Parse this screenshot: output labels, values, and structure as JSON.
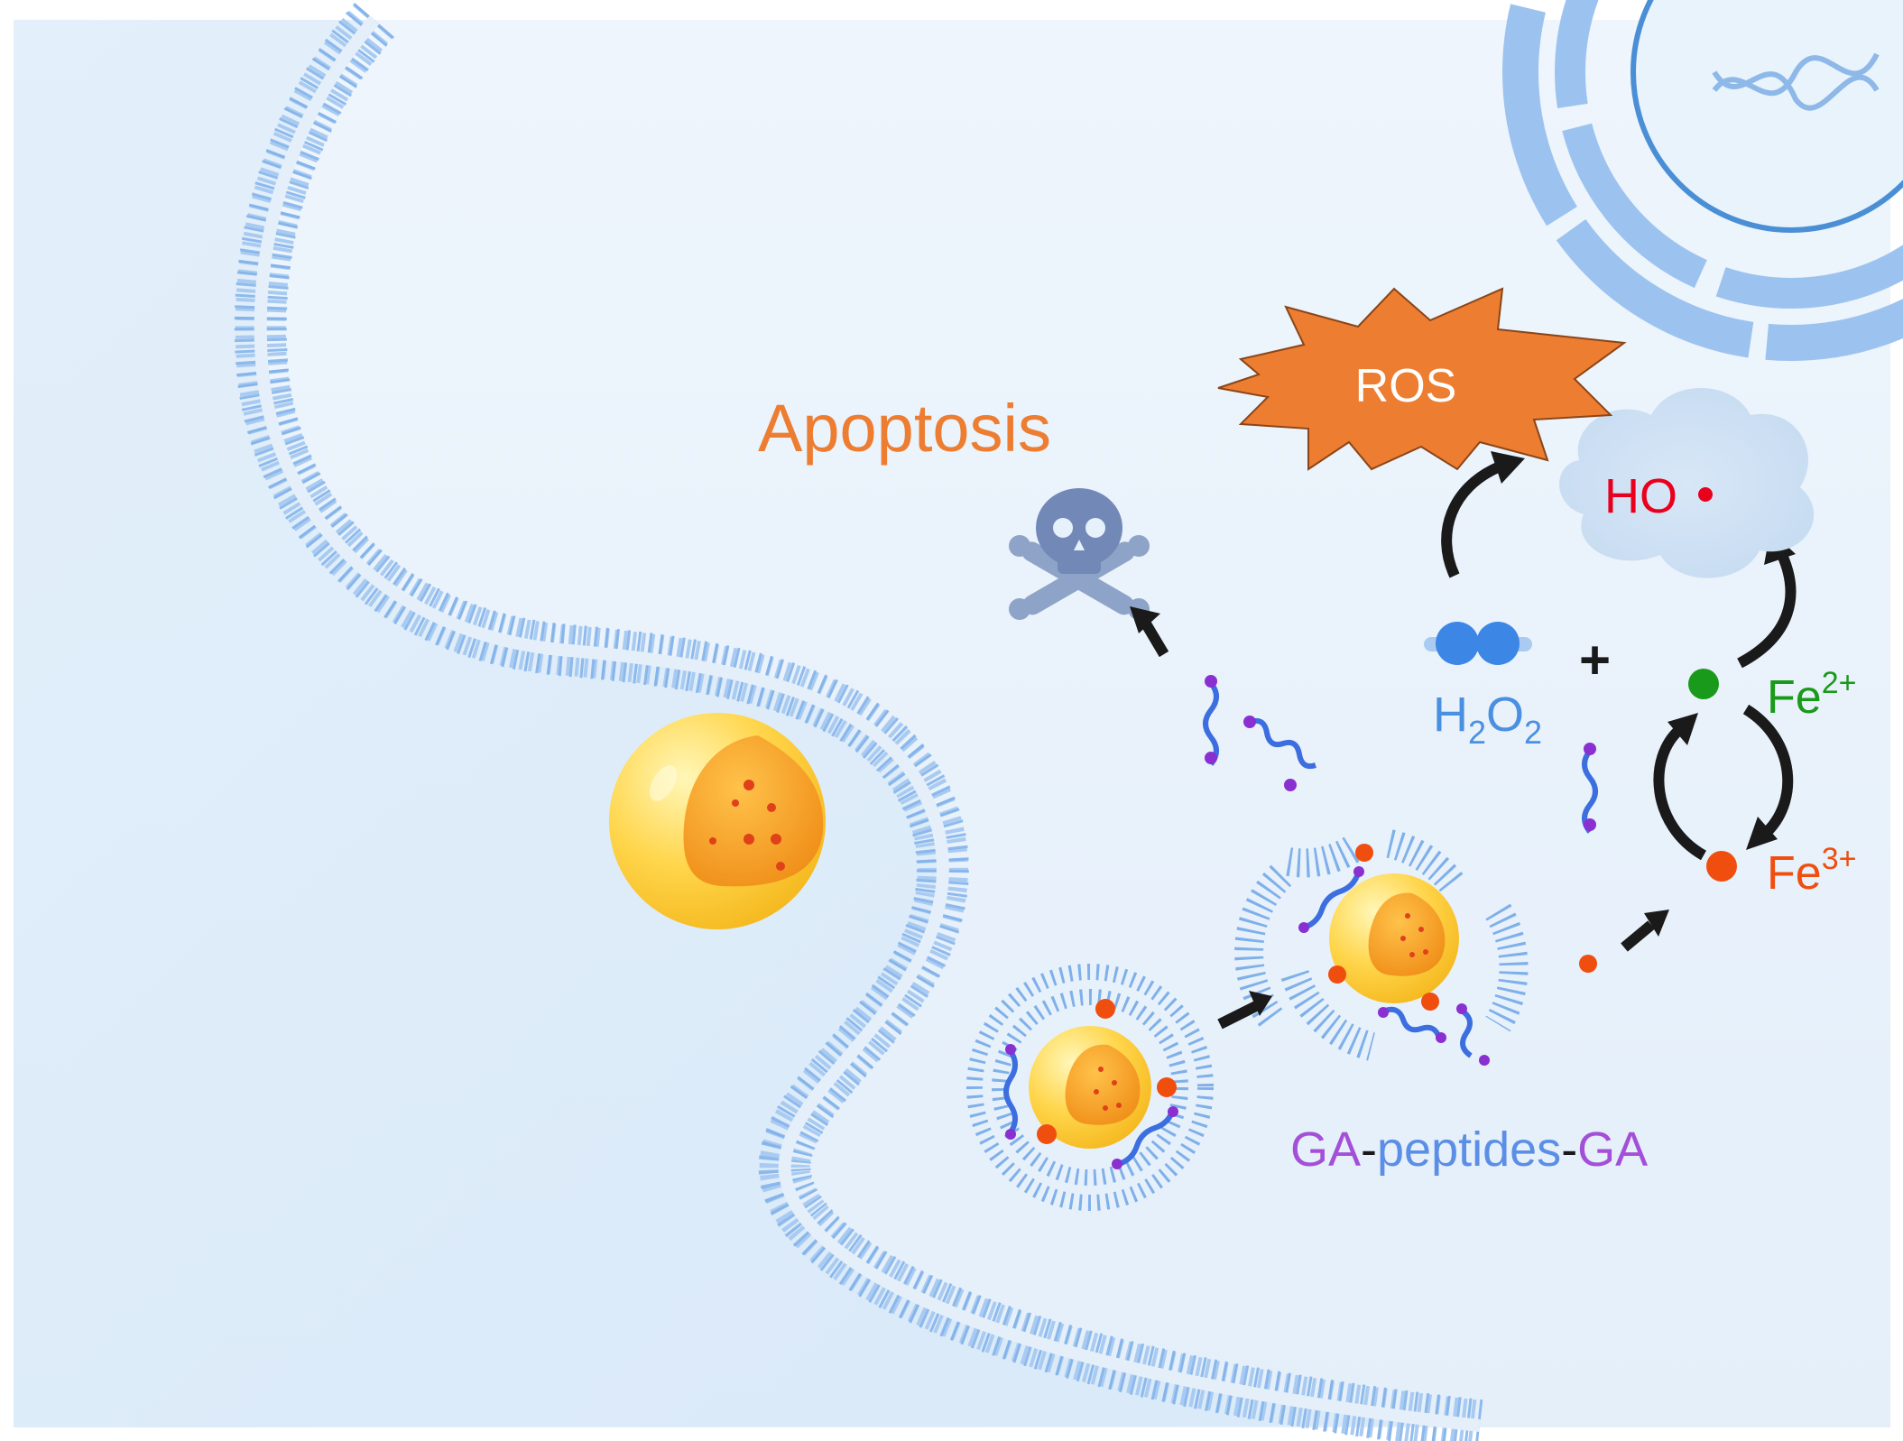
{
  "labels": {
    "apoptosis": "Apoptosis",
    "ros": "ROS",
    "hydroxyl": "HO",
    "h2o2": {
      "main1": "H",
      "sub1": "2",
      "main2": "O",
      "sub2": "2"
    },
    "plus": "+",
    "fe2": {
      "base": "Fe",
      "charge": "2+"
    },
    "fe3": {
      "base": "Fe",
      "charge": "3+"
    },
    "peptide": {
      "part1": "GA",
      "sep1": "-",
      "part2": "peptides",
      "sep2": "-",
      "part3": "GA"
    }
  },
  "colors": {
    "apoptosis": "#ed7d31",
    "ros_burst": "#ed7d31",
    "hydroxyl": "#e8001c",
    "h2o2": "#4a90e2",
    "fe2": "#1a9a1a",
    "fe3": "#f04e0f",
    "ga": "#a44fd8",
    "peptides": "#5b8ee6",
    "membrane": "#8cb8ec",
    "background": "#e6f1fb"
  },
  "icons": [
    "skull-crossbones-icon",
    "lipid-bilayer-membrane",
    "nucleus-dna-icon",
    "nanoparticle-core",
    "liposome",
    "peptide-strand",
    "iron-ion-dot",
    "cycle-arrow"
  ]
}
